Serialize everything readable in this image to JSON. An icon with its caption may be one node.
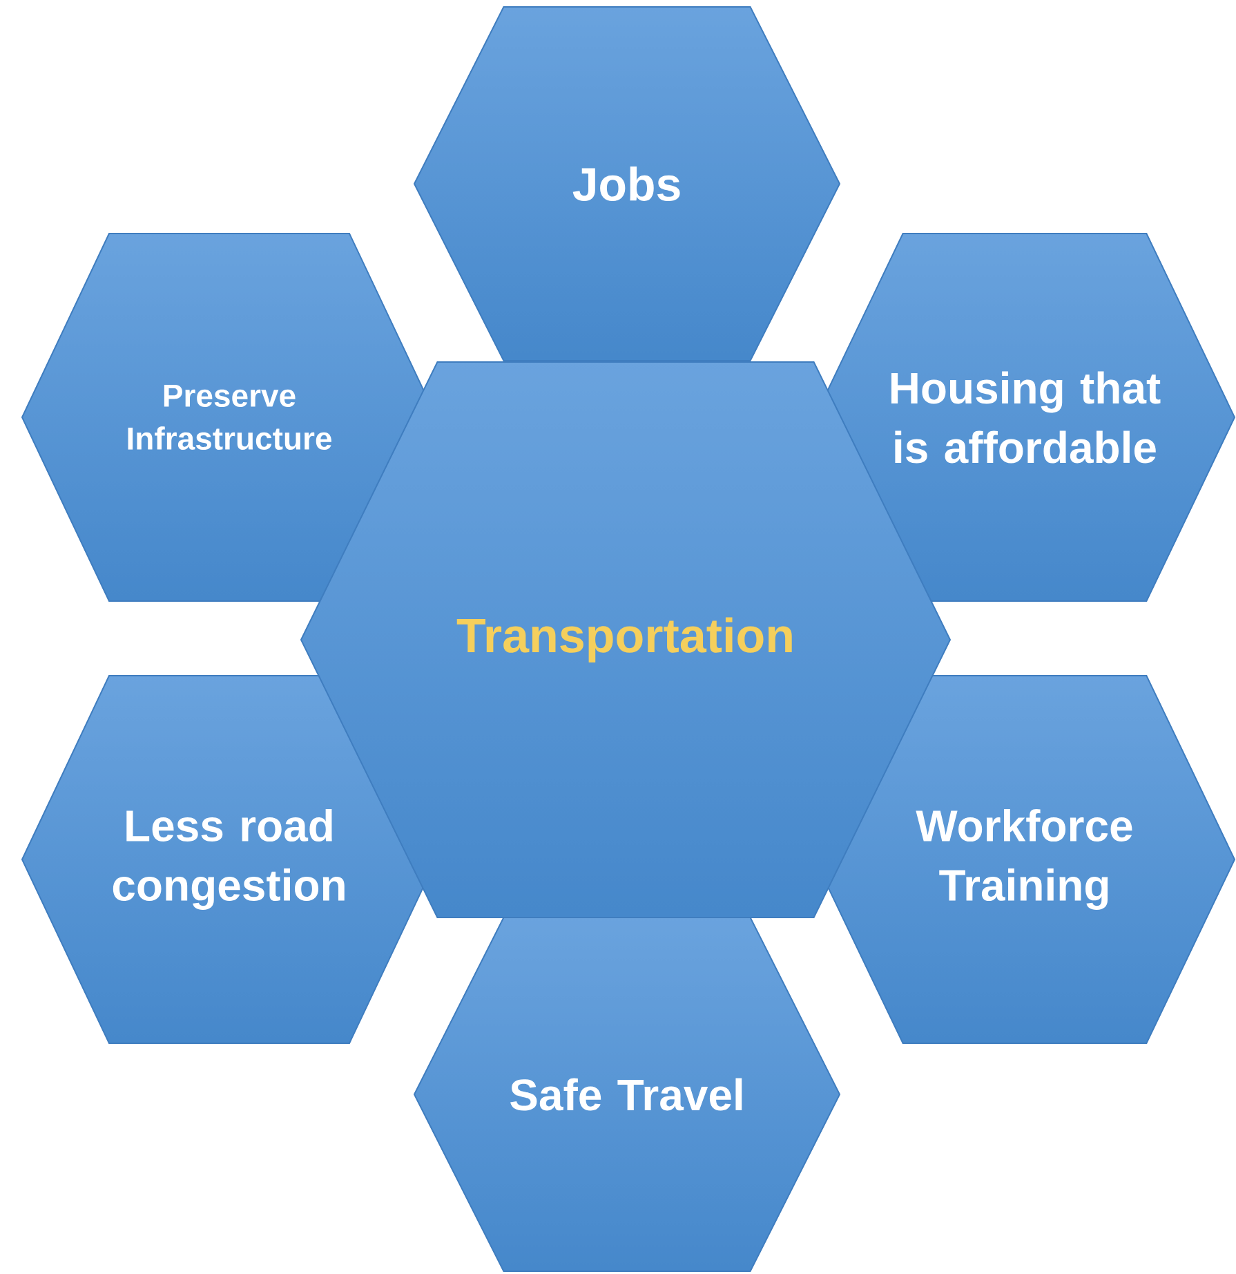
{
  "diagram": {
    "nodes": [
      {
        "text": [
          "Jobs"
        ]
      },
      {
        "text": [
          "Preserve Infrastructure"
        ]
      },
      {
        "text": [
          "Housing that is affordable"
        ]
      },
      {
        "text": [
          "Transportation"
        ]
      },
      {
        "text": [
          "Less road congestion"
        ]
      },
      {
        "text": [
          "Workforce Training"
        ]
      },
      {
        "text": [
          "Safe Travel"
        ]
      }
    ]
  }
}
